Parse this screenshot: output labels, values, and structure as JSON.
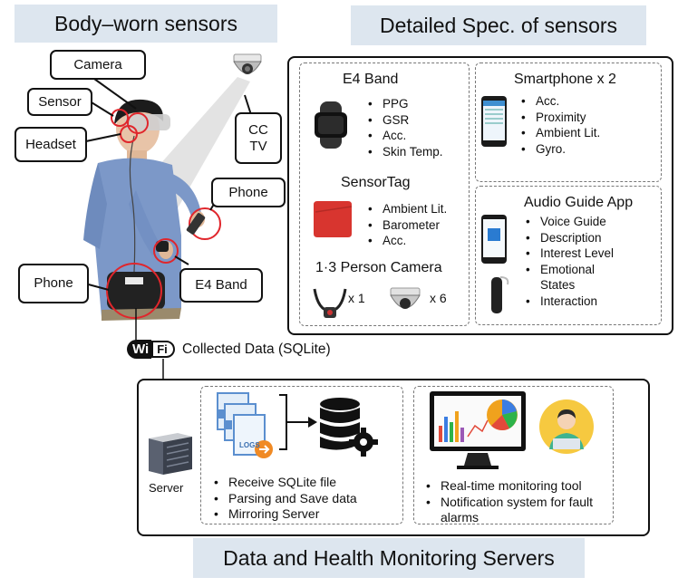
{
  "titles": {
    "body_worn": "Body–worn sensors",
    "spec": "Detailed Spec. of sensors",
    "servers": "Data and Health Monitoring Servers"
  },
  "callouts": {
    "camera": "Camera",
    "sensor": "Sensor",
    "headset": "Headset",
    "cctv_line1": "CC",
    "cctv_line2": "TV",
    "phone_hand": "Phone",
    "phone_waist": "Phone",
    "e4band": "E4 Band"
  },
  "spec": {
    "e4": {
      "title": "E4 Band",
      "items": [
        "PPG",
        "GSR",
        "Acc.",
        "Skin Temp."
      ]
    },
    "sensortag": {
      "title": "SensorTag",
      "items": [
        "Ambient Lit.",
        "Barometer",
        "Acc."
      ]
    },
    "camera": {
      "title": "1·3 Person Camera",
      "count_wearable": "x 1",
      "count_cctv": "x 6"
    },
    "smartphone": {
      "title": "Smartphone x 2",
      "items": [
        "Acc.",
        "Proximity",
        "Ambient Lit.",
        "Gyro."
      ]
    },
    "audio_guide": {
      "title": "Audio Guide App",
      "items": [
        "Voice Guide",
        "Description",
        "Interest Level",
        "Emotional States",
        "Interaction"
      ]
    }
  },
  "wifi": {
    "logo_left": "Wi",
    "logo_right": "Fi",
    "collected": "Collected Data (SQLite)"
  },
  "server": {
    "label": "Server",
    "logs_label": "LOGS",
    "processing_items": [
      "Receive SQLite file",
      "Parsing and Save data",
      "Mirroring Server"
    ],
    "monitoring_items": [
      "Real-time monitoring tool",
      "Notification system for fault alarms"
    ]
  },
  "colors": {
    "title_band": "#dde6ef",
    "callout_ring": "#e0262c",
    "sensortag": "#d8352f",
    "orange": "#f08a24"
  }
}
